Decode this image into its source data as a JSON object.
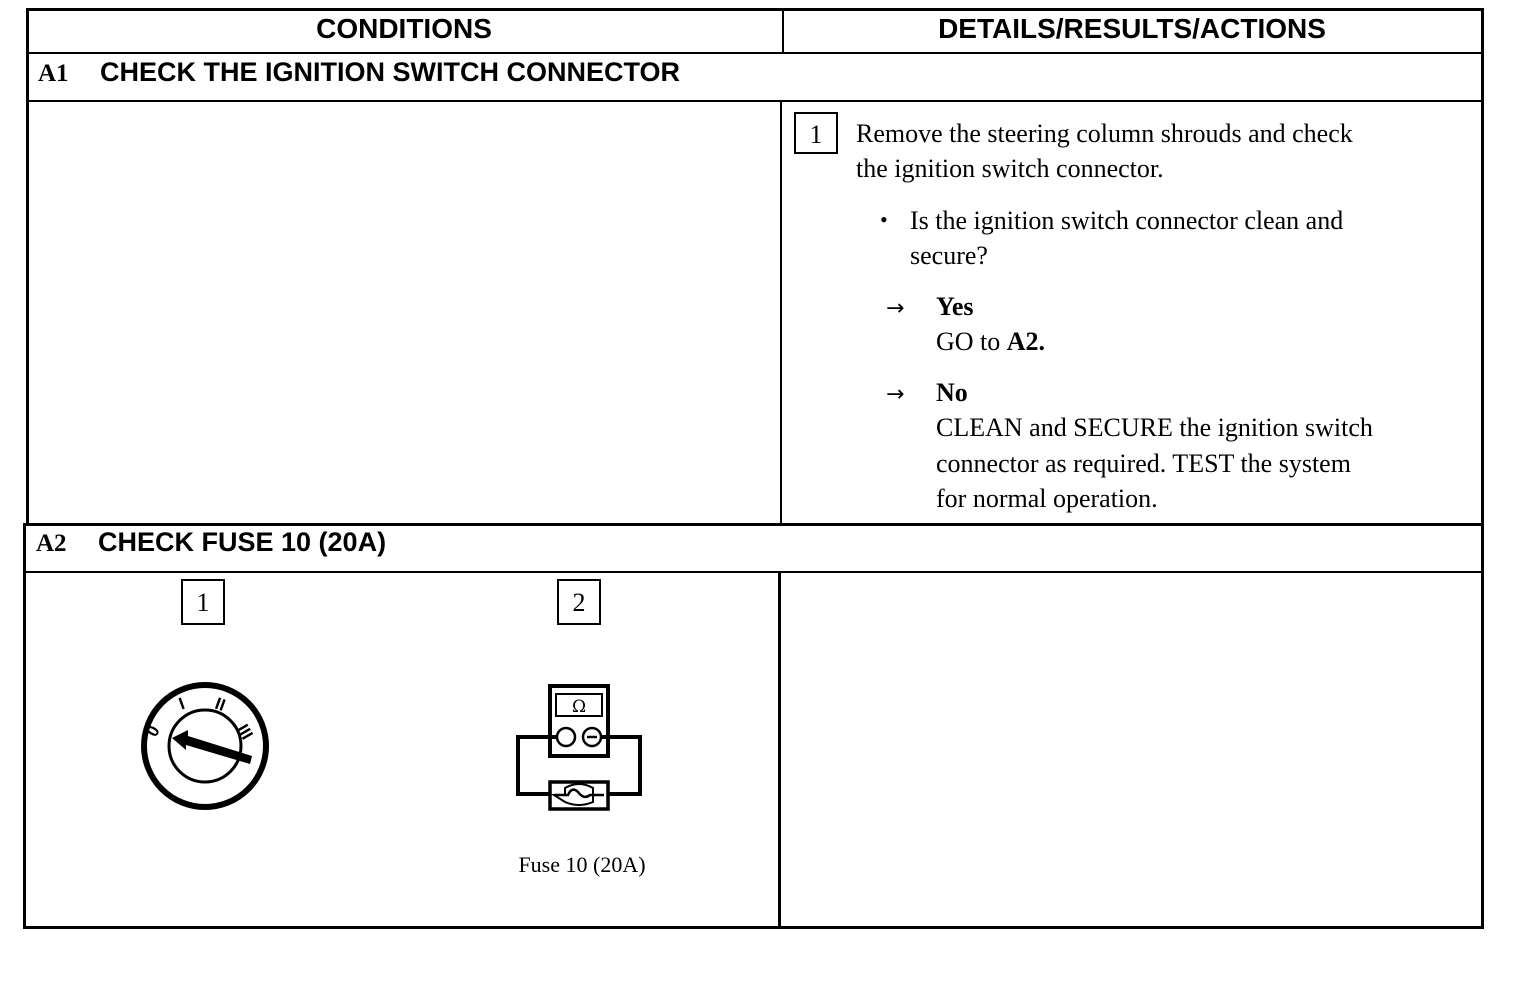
{
  "table": {
    "header_left": "CONDITIONS",
    "header_right": "DETAILS/RESULTS/ACTIONS"
  },
  "step_a1": {
    "id": "A1",
    "title": "CHECK THE IGNITION SWITCH CONNECTOR",
    "substep_number": "1",
    "instruction_line1": "Remove the steering column shrouds and check",
    "instruction_line2": "the ignition switch connector.",
    "question_line1": "Is the ignition switch connector clean and",
    "question_line2": "secure?",
    "yes_label": "Yes",
    "yes_action_prefix": "GO to ",
    "yes_action_target": "A2.",
    "no_label": "No",
    "no_action_line1": "CLEAN and SECURE the ignition switch",
    "no_action_line2": "connector as required. TEST the system",
    "no_action_line3": "for normal operation."
  },
  "step_a2": {
    "id": "A2",
    "title": "CHECK FUSE 10 (20A)",
    "illustration1_number": "1",
    "illustration2_number": "2",
    "switch_positions": [
      "0",
      "I",
      "II",
      "III"
    ],
    "meter_symbol": "Ω",
    "fuse_caption": "Fuse 10 (20A)"
  },
  "icons": [
    "ignition-switch-icon",
    "ohmmeter-icon",
    "fuse-icon",
    "arrow-right-icon",
    "bullet-icon"
  ]
}
